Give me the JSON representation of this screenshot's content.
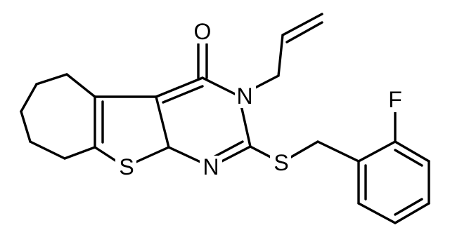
{
  "atoms": {
    "oxygen": "O",
    "nitrogen_ring": "N",
    "nitrogen_imine": "N",
    "sulfur_thiophene": "S",
    "sulfur_thioether": "S",
    "fluorine": "F"
  },
  "colors": {
    "bond": "#000000",
    "label": "#000000",
    "background": "#ffffff"
  }
}
